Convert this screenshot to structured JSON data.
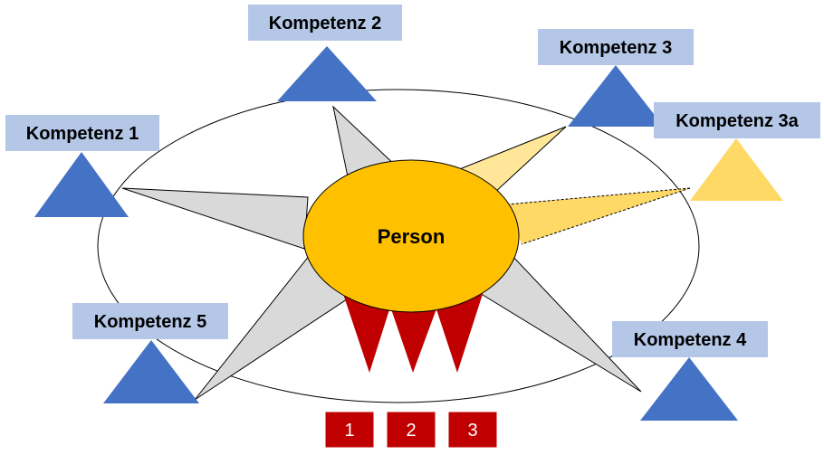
{
  "center": {
    "label": "Person",
    "fill": "#ffc000"
  },
  "colors": {
    "competence_triangle": "#4472c4",
    "extra_competence_triangle": "#ffd966",
    "ray": "#d9d9d9",
    "extra_ray": "#ffe699",
    "spike": "#c00000",
    "label_box": "#b4c7e7",
    "number_box": "#c00000"
  },
  "competences": [
    {
      "label": "Kompetenz 1"
    },
    {
      "label": "Kompetenz 2"
    },
    {
      "label": "Kompetenz 3"
    },
    {
      "label": "Kompetenz 3a"
    },
    {
      "label": "Kompetenz 4"
    },
    {
      "label": "Kompetenz 5"
    }
  ],
  "numbers": [
    "1",
    "2",
    "3"
  ]
}
